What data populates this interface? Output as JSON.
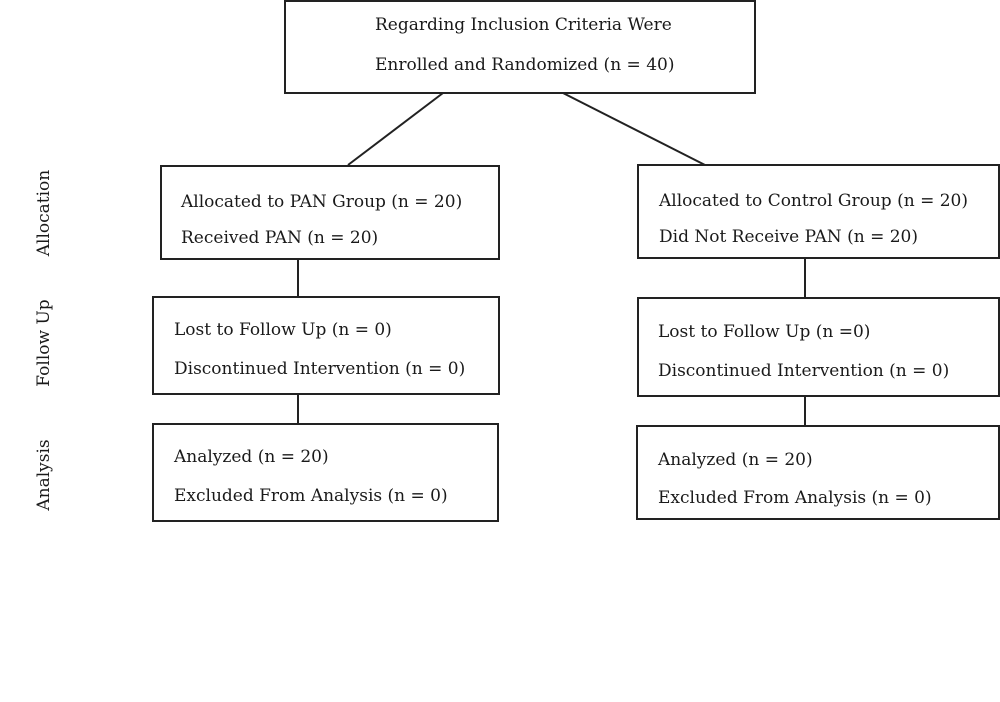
{
  "phases": {
    "allocation": "Allocation",
    "follow_up": "Follow Up",
    "analysis": "Analysis"
  },
  "enrollment": {
    "line1": "Regarding Inclusion Criteria Were",
    "line2": "Enrolled and Randomized (n = 40)"
  },
  "pan_group": {
    "allocation": {
      "line1": "Allocated to PAN Group (n = 20)",
      "line2": "Received PAN (n = 20)"
    },
    "follow_up": {
      "line1": "Lost to Follow Up (n = 0)",
      "line2": "Discontinued Intervention (n = 0)"
    },
    "analysis": {
      "line1": "Analyzed (n = 20)",
      "line2": "Excluded From Analysis (n = 0)"
    }
  },
  "control_group": {
    "allocation": {
      "line1": "Allocated to Control Group (n = 20)",
      "line2": "Did Not Receive PAN (n = 20)"
    },
    "follow_up": {
      "line1": "Lost to Follow Up (n =0)",
      "line2": "Discontinued Intervention (n = 0)"
    },
    "analysis": {
      "line1": "Analyzed (n = 20)",
      "line2": "Excluded From Analysis (n = 0)"
    }
  },
  "colors": {
    "border": "#222222",
    "text": "#1a1a1a",
    "background": "#ffffff"
  }
}
